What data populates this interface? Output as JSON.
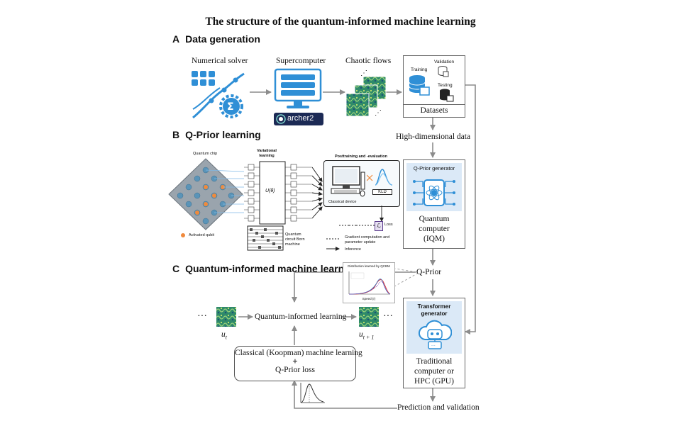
{
  "title": "The structure of the quantum-informed machine learning",
  "sections": {
    "a": {
      "letter": "A",
      "label": "Data generation"
    },
    "b": {
      "letter": "B",
      "label": "Q-Prior learning"
    },
    "c": {
      "letter": "C",
      "label": "Quantum-informed machine learning"
    }
  },
  "data_generation": {
    "numerical_solver": "Numerical solver",
    "supercomputer": "Supercomputer",
    "archer_logo": "archer2",
    "chaotic_flows": "Chaotic flows",
    "datasets": {
      "training": "Training",
      "validation": "Validation",
      "testing": "Testing",
      "label": "Datasets"
    }
  },
  "right_pipeline": {
    "high_dim": "High-dimensional data",
    "qprior_gen": "Q-Prior generator",
    "quantum_computer": [
      "Quantum",
      "computer",
      "(IQM)"
    ],
    "qprior": "Q-Prior",
    "transformer_gen": [
      "Transformer",
      "generator"
    ],
    "traditional": [
      "Traditional",
      "computer or",
      "HPC (GPU)"
    ],
    "prediction": "Prediction and validation"
  },
  "qprior_learning": {
    "quantum_chip": "Quantum chip",
    "variational": [
      "Variational",
      "learning"
    ],
    "unitary": "U(θ)",
    "posttraining": "Posttraining and -evaluation",
    "classical_device": "Classical device",
    "kld": "KLD",
    "loss_symbol": "ℒ",
    "loss": "Loss",
    "activated_qubit": "Activated qubit",
    "qcbm": [
      "Quantum",
      "circuit Born",
      "machine"
    ],
    "gradient": [
      "Gradient computation and",
      "parameter update"
    ],
    "inference": "Inference"
  },
  "qiml": {
    "ellipsis": "···",
    "qi_learning": "Quantum-informed learning",
    "u_t": "u",
    "u_t_sub": "t",
    "u_t1": "u",
    "u_t1_sub": "t + 1",
    "classical_ml": "Classical (Koopman) machine learning",
    "plus": "+",
    "qprior_loss": "Q-Prior loss",
    "inset_title": "Distribution learned by QCBM",
    "inset_xlabel": "Speed (r)"
  },
  "colors": {
    "arrow": "#8c8c8c",
    "icon_blue": "#2f8fd6",
    "flow_green": "#2f8a6a",
    "panel_blue": "#dbe9f7"
  }
}
